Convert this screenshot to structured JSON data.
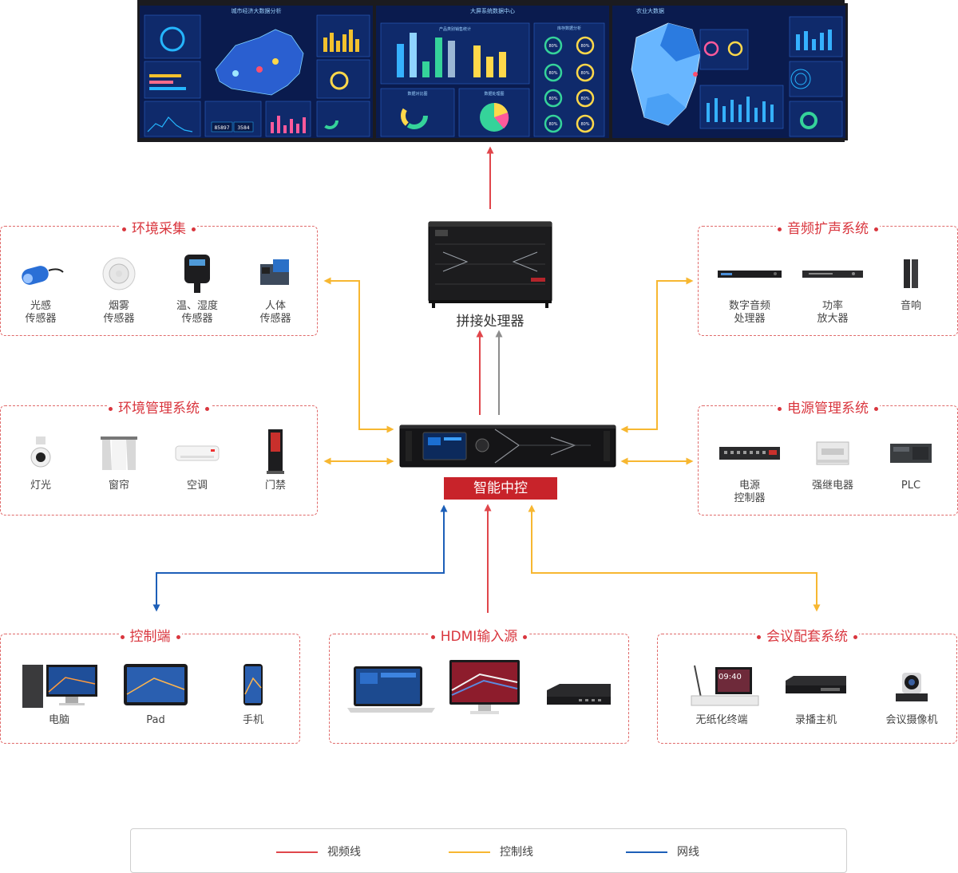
{
  "screens": {
    "left_title": "城市经济大数据分析",
    "center_title": "大屏系统数据中心",
    "right_title": "农业大数据",
    "center_panel_labels": [
      "产品类别销售统计",
      "数据对比图",
      "数据处理图",
      "库存数据分析"
    ],
    "ring_values": [
      "80%",
      "80%",
      "80%",
      "80%",
      "80%",
      "80%",
      "80%",
      "80%"
    ],
    "counters": [
      "85897",
      "3584"
    ]
  },
  "processor": {
    "label": "拼接处理器"
  },
  "controller": {
    "label": "智能中控"
  },
  "groups": {
    "env_collect": {
      "title": "环境采集",
      "items": [
        "光感\n传感器",
        "烟雾\n传感器",
        "温、湿度\n传感器",
        "人体\n传感器"
      ]
    },
    "env_manage": {
      "title": "环境管理系统",
      "items": [
        "灯光",
        "窗帘",
        "空调",
        "门禁"
      ]
    },
    "audio": {
      "title": "音频扩声系统",
      "items": [
        "数字音频\n处理器",
        "功率\n放大器",
        "音响"
      ]
    },
    "power": {
      "title": "电源管理系统",
      "items": [
        "电源\n控制器",
        "强继电器",
        "PLC"
      ]
    },
    "control_end": {
      "title": "控制端",
      "items": [
        "电脑",
        "Pad",
        "手机"
      ]
    },
    "hdmi": {
      "title": "HDMI输入源"
    },
    "meeting": {
      "title": "会议配套系统",
      "items": [
        "无纸化终端",
        "录播主机",
        "会议摄像机"
      ],
      "terminal_time": "09:40"
    }
  },
  "legend": [
    {
      "label": "视频线",
      "color": "#e0464b"
    },
    {
      "label": "控制线",
      "color": "#f7b731"
    },
    {
      "label": "网线",
      "color": "#1d5fb8"
    }
  ],
  "colors": {
    "video": "#e0464b",
    "control": "#f7b731",
    "network": "#1d5fb8",
    "accent": "#d9363e"
  }
}
